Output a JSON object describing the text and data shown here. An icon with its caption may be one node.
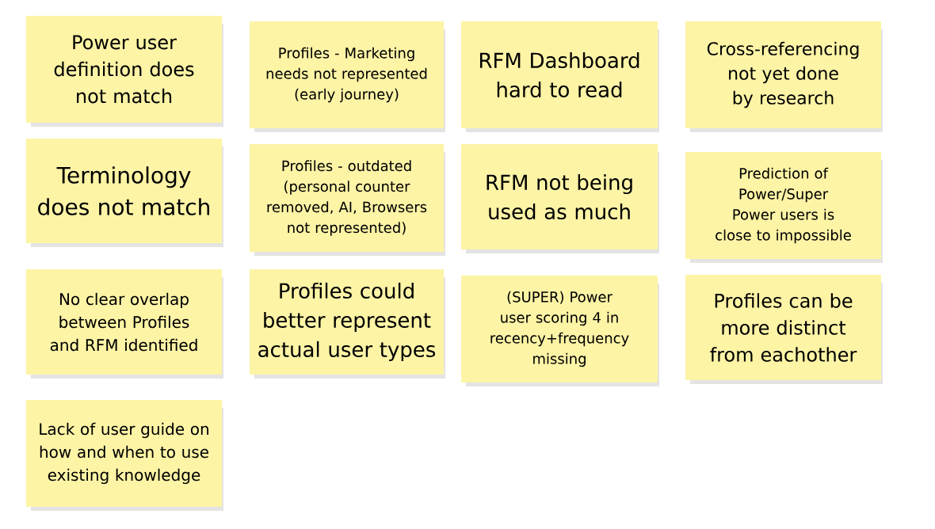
{
  "diagram": {
    "nodes": [
      {
        "text": [
          "Power user definition does not match"
        ]
      },
      {
        "text": [
          "Profiles - Marketing needs not represented (early journey)"
        ]
      },
      {
        "text": [
          "RFM Dashboard hard to read"
        ]
      },
      {
        "text": [
          "Cross-referencing not yet done by research"
        ]
      },
      {
        "text": [
          "Terminology does not match"
        ]
      },
      {
        "text": [
          "Profiles - outdated (personal counter removed, AI, Browsers not represented)"
        ]
      },
      {
        "text": [
          "RFM not being used as much"
        ]
      },
      {
        "text": [
          "Prediction of Power/Super Power users is close to impossible"
        ]
      },
      {
        "text": [
          "No clear overlap between Profiles and RFM identified"
        ]
      },
      {
        "text": [
          "Profiles could better represent actual user types"
        ]
      },
      {
        "text": [
          "(SUPER) Power user scoring 4 in recency+frequency missing"
        ]
      },
      {
        "text": [
          "Profiles can be more distinct from eachother"
        ]
      },
      {
        "text": [
          "Lack of user guide on how and when to use existing knowledge"
        ]
      }
    ]
  }
}
